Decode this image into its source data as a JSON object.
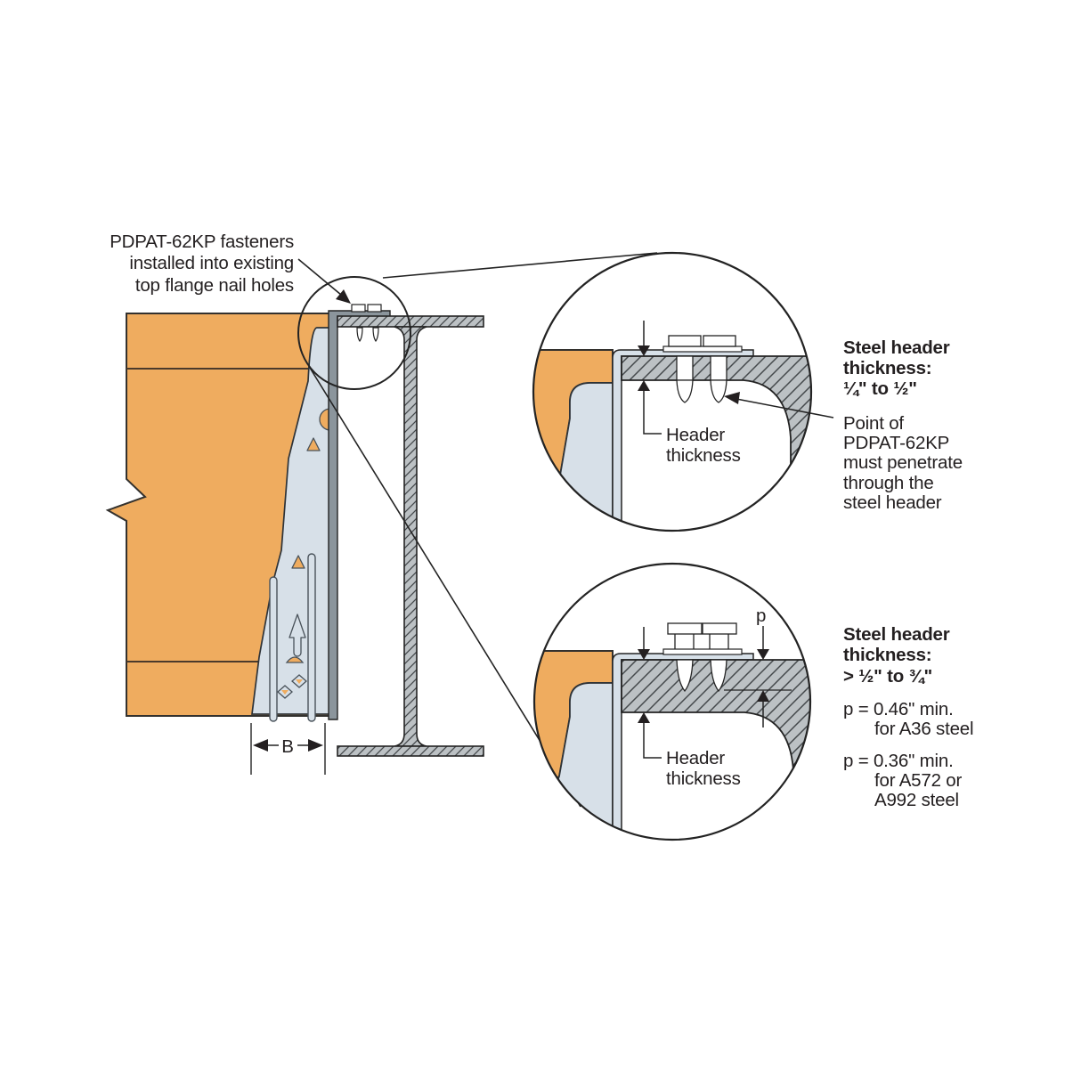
{
  "figure": {
    "type": "installation-detail-diagram",
    "colors": {
      "wood": "#efac5f",
      "hanger": "#d7e0e8",
      "hanger_edge": "#8b959c",
      "steel_fill": "#bcc1c4",
      "hatch_line": "#44484b",
      "outline": "#232323",
      "text": "#231f20",
      "wood_line": "#4b3a2b"
    }
  },
  "callout": {
    "lines": [
      "PDPAT-62KP fasteners",
      "installed into existing",
      "top flange nail holes"
    ]
  },
  "dimension_b": {
    "label": "B"
  },
  "detail_top": {
    "dim_label": [
      "Header",
      "thickness"
    ],
    "caption": {
      "heading": [
        "Steel header",
        "thickness:",
        "¼\" to ½\""
      ],
      "note": [
        "Point of",
        "PDPAT-62KP",
        "must penetrate",
        "through the",
        "steel header"
      ]
    }
  },
  "detail_bottom": {
    "p_label": "p",
    "dim_label": [
      "Header",
      "thickness"
    ],
    "caption": {
      "heading": [
        "Steel header",
        "thickness:",
        "> ½\" to ¾\""
      ],
      "spec_a36": [
        "p = 0.46\" min.",
        "for A36 steel"
      ],
      "spec_a572": [
        "p = 0.36\" min.",
        "for A572 or",
        "A992 steel"
      ]
    }
  }
}
